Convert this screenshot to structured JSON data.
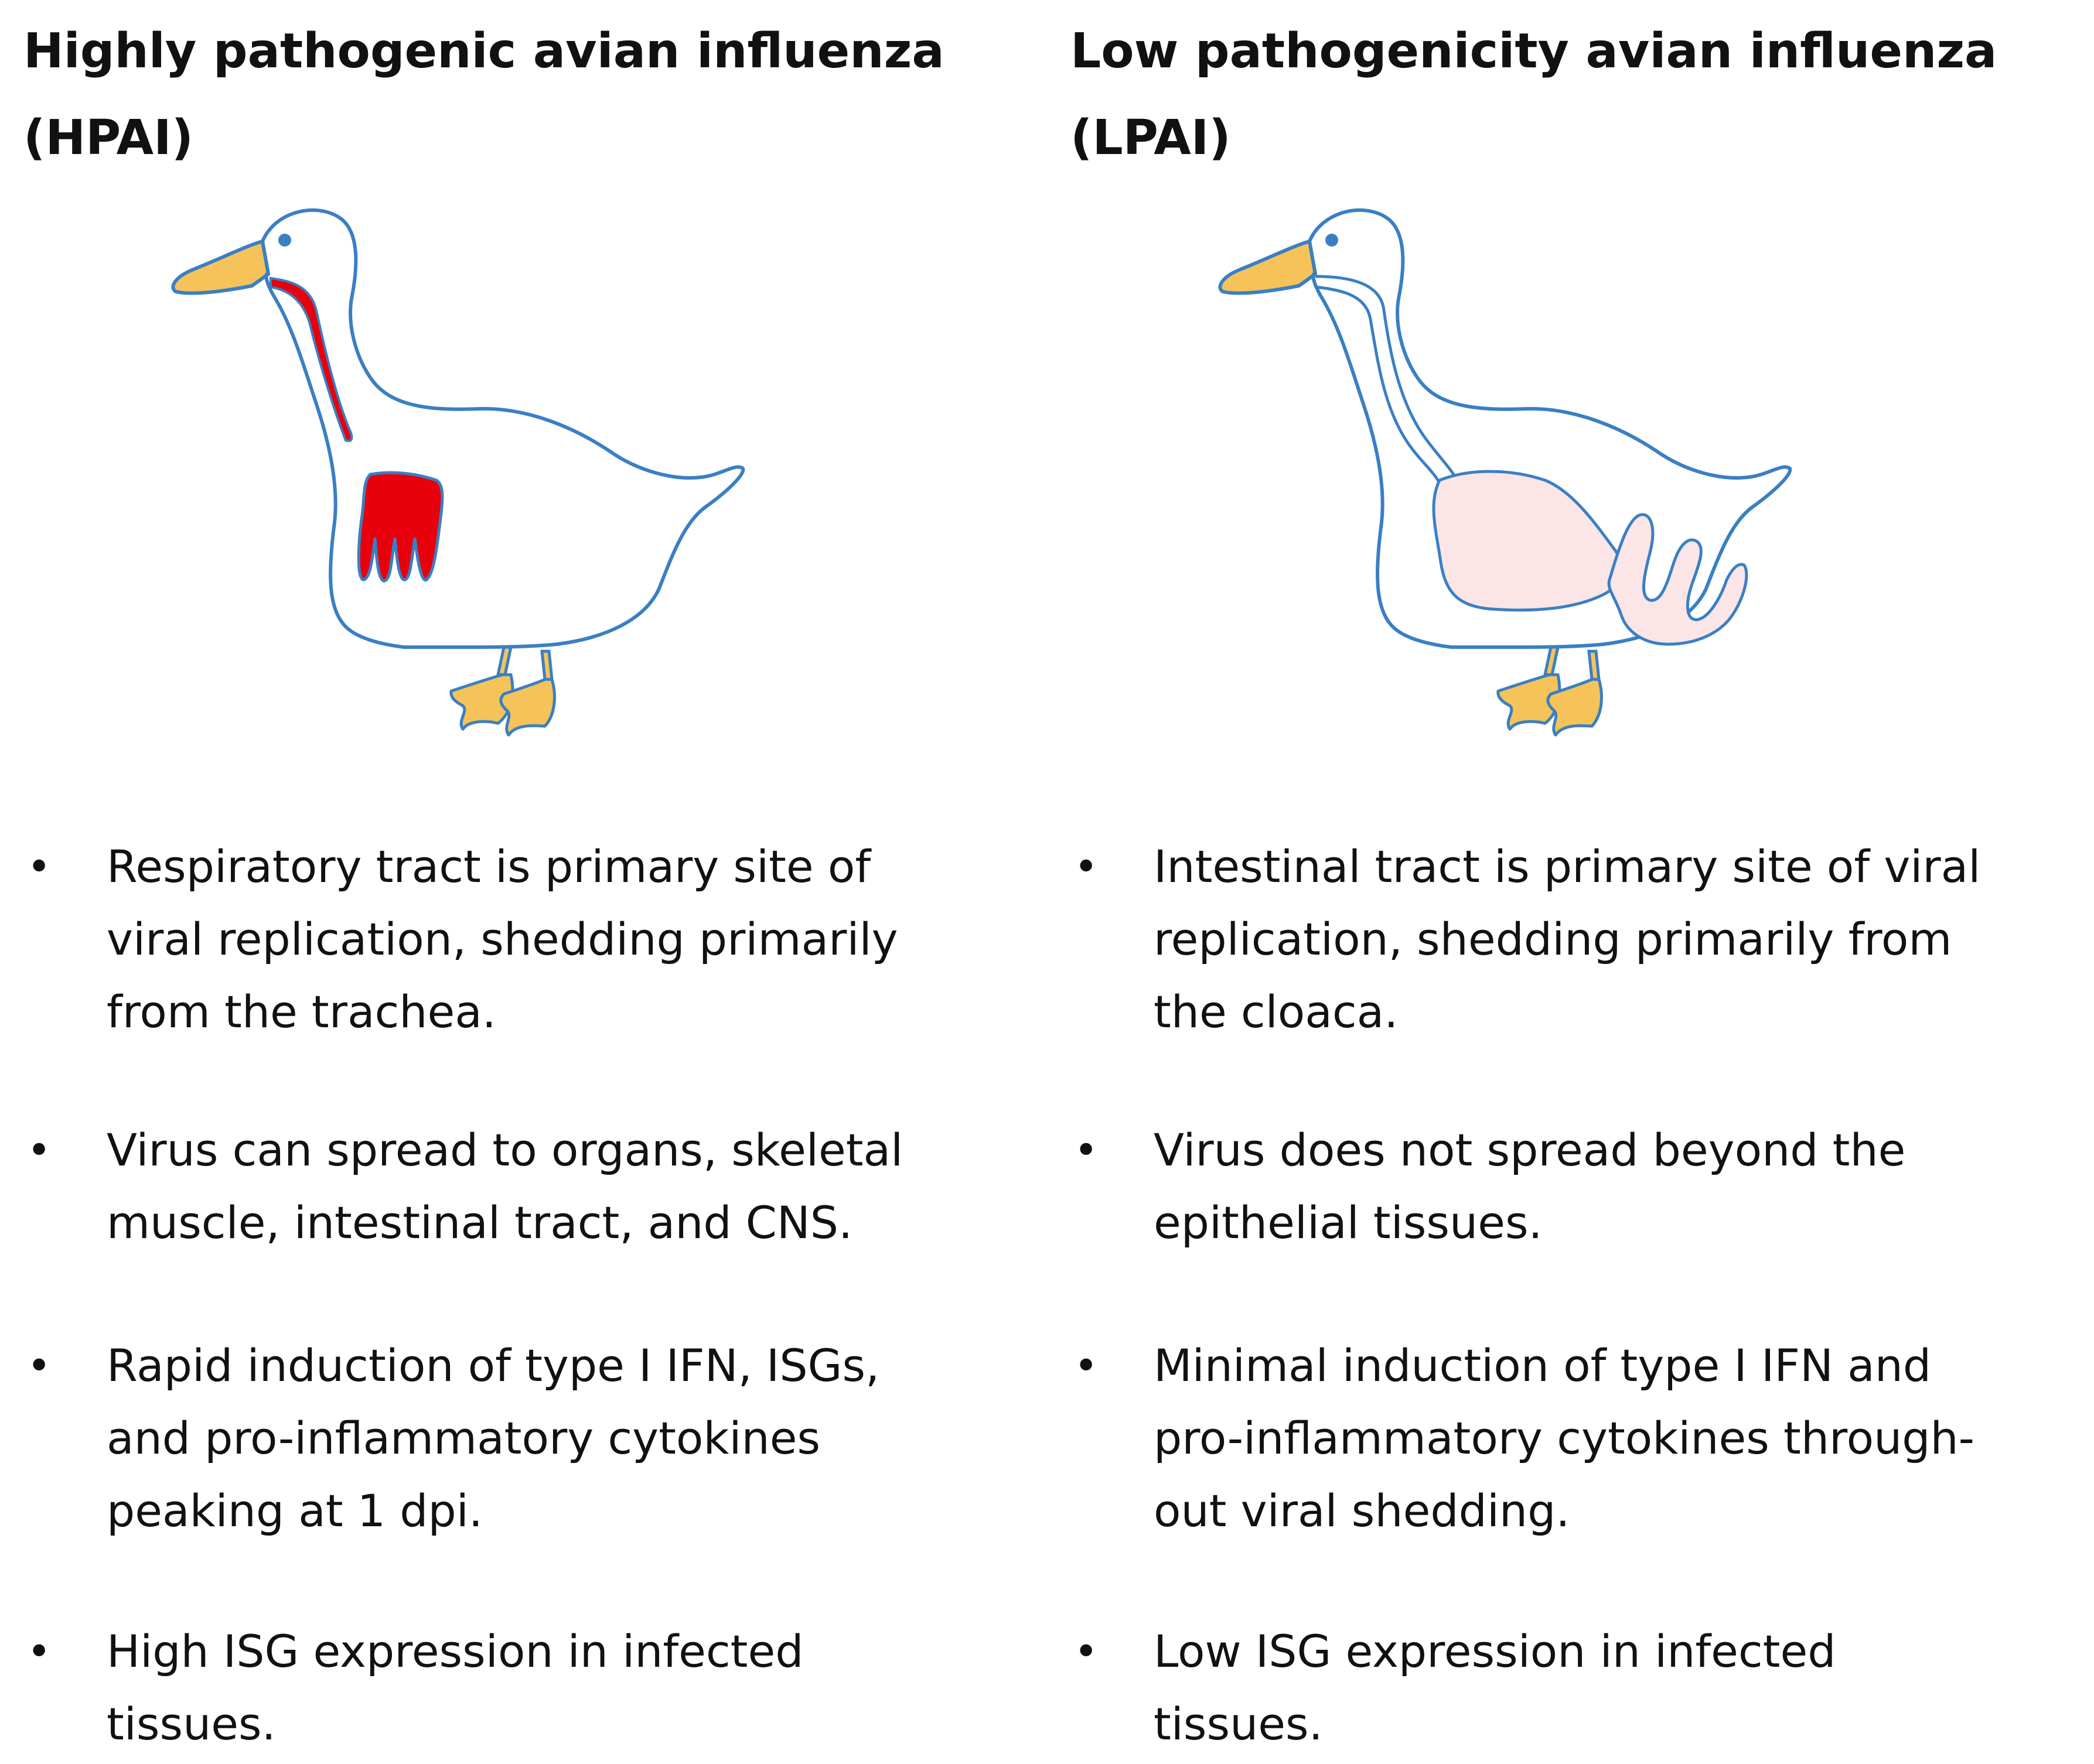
{
  "hpai": {
    "title": "Highly pathogenic avian influenza\n(HPAI)",
    "bullets": [
      "Respiratory tract is primary site of\nviral replication, shedding primarily\nfrom the trachea.",
      "Virus can spread to organs, skeletal\nmuscle, intestinal tract, and CNS.",
      "Rapid induction of type I IFN, ISGs,\nand pro-inflammatory cytokines\npeaking at 1 dpi.",
      "High ISG expression in infected\ntissues."
    ]
  },
  "lpai": {
    "title": "Low pathogenicity avian influenza\n(LPAI)",
    "bullets": [
      "Intestinal tract is primary site of viral\nreplication, shedding primarily from\nthe cloaca.",
      "Virus does not spread beyond the\nepithelial tissues.",
      "Minimal induction of type I IFN and\npro-inflammatory cytokines through-\nout viral shedding.",
      "Low ISG expression in infected\ntissues."
    ]
  },
  "bullet_symbol": "•",
  "colors": {
    "outline": "#3a7fc4",
    "beak_feet": "#f5c35a",
    "respiratory_infection": "#e8000c",
    "intestinal_infection": "#fbe5e6"
  },
  "icons": {
    "hpai_duck": "duck-respiratory-tract-icon",
    "lpai_duck": "duck-intestinal-tract-icon"
  }
}
